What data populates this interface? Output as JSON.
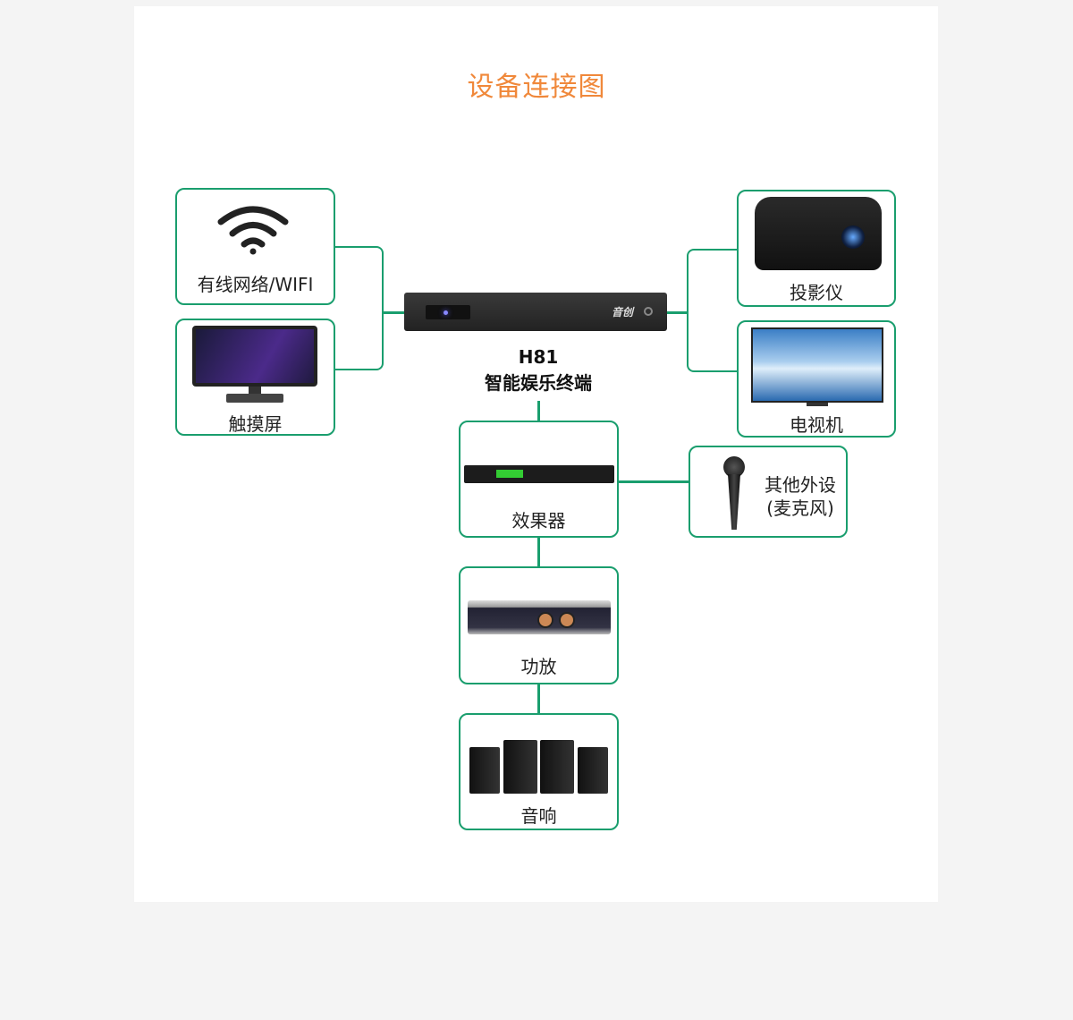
{
  "title": "设备连接图",
  "center_device": {
    "brand": "音创",
    "model": "H81",
    "name": "智能娱乐终端"
  },
  "devices": {
    "network": "有线网络/WIFI",
    "touch": "触摸屏",
    "projector": "投影仪",
    "tv": "电视机",
    "effects": "效果器",
    "mic_line1": "其他外设",
    "mic_line2": "(麦克风)",
    "amp": "功放",
    "speakers": "音响"
  },
  "colors": {
    "accent": "#1a9e6e",
    "title": "#f0883a"
  }
}
